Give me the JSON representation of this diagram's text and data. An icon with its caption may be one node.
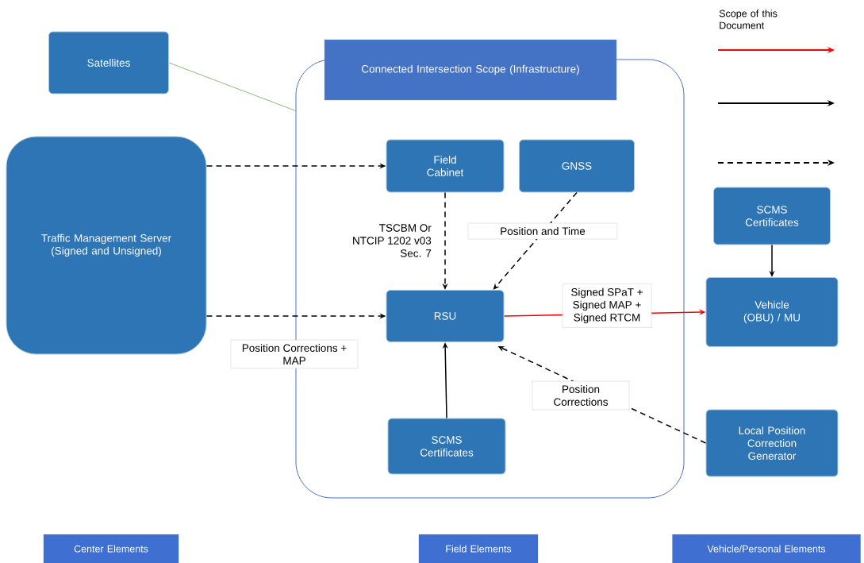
{
  "diagram": {
    "nodes": [
      {
        "text": [
          "Satellites"
        ]
      },
      {
        "text": [
          "Connected Intersection Scope (Infrastructure)"
        ]
      },
      {
        "text": [
          "Traffic Management Server (Signed and Unsigned)"
        ]
      },
      {
        "text": [
          "Field Cabinet"
        ],
        "in": 1
      },
      {
        "text": [
          "GNSS"
        ],
        "in": 1
      },
      {
        "text": [
          "RSU"
        ],
        "in": 1
      },
      {
        "text": [
          "SCMS Certificates"
        ],
        "in": 1
      },
      {
        "text": [
          "SCMS Certificates"
        ]
      },
      {
        "text": [
          "Vehicle (OBU) / MU"
        ]
      },
      {
        "text": [
          "Local Position Correction Generator"
        ]
      },
      {
        "text": [
          "Center Elements"
        ]
      },
      {
        "text": [
          "Field Elements"
        ]
      },
      {
        "text": [
          "Vehicle/Personal Elements"
        ]
      }
    ],
    "edges": [
      {
        "from": 0,
        "to": 1,
        "arrow": "none",
        "color": "#70ad47"
      },
      {
        "from": 2,
        "to": 3,
        "arrow": "to",
        "style": "dashed"
      },
      {
        "from": 3,
        "to": 5,
        "arrow": "to",
        "style": "dashed",
        "label": "TSCBM Or NTCIP 1202 v03 Sec. 7"
      },
      {
        "from": 4,
        "to": 5,
        "arrow": "to",
        "style": "dashed",
        "label": "Position and Time"
      },
      {
        "from": 2,
        "to": 5,
        "arrow": "to",
        "style": "dashed",
        "label": "Position Corrections + MAP"
      },
      {
        "from": 5,
        "to": 8,
        "arrow": "to",
        "color": "#ff0000",
        "label": "Signed SPaT + Signed MAP + Signed RTCM"
      },
      {
        "from": 7,
        "to": 8,
        "arrow": "to"
      },
      {
        "from": 6,
        "to": 5,
        "arrow": "to"
      },
      {
        "from": 9,
        "to": 5,
        "arrow": "to",
        "style": "dashed",
        "label": "Position Corrections"
      }
    ],
    "legend": [
      {
        "text": "Scope of this Document"
      }
    ]
  }
}
